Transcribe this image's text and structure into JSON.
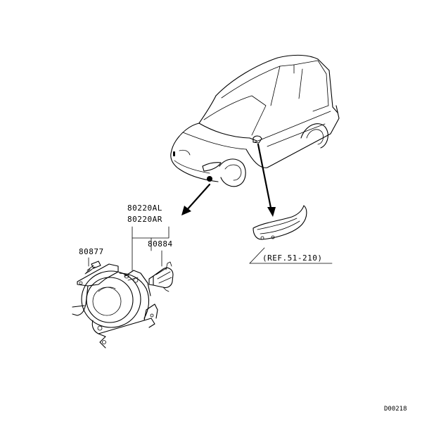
{
  "parts": {
    "fog_lamp_left": "80220AL",
    "fog_lamp_right": "80220AR",
    "screw": "80877",
    "bulb": "80884",
    "reference": "(REF.51-210)"
  },
  "diagram_code": "D00218"
}
